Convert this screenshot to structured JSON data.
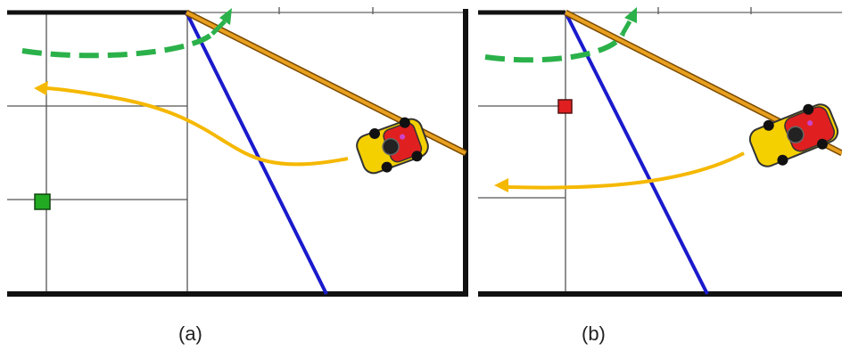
{
  "figure": {
    "panels": [
      {
        "id": "a",
        "caption": "(a)",
        "target_marker_color": "#22aa22"
      },
      {
        "id": "b",
        "caption": "(b)",
        "target_marker_color": "#e02020"
      }
    ],
    "colors": {
      "grid": "#555555",
      "wall": "#111111",
      "blue_line": "#1a1acc",
      "orange_line": "#e8a020",
      "yellow_path": "#f5b800",
      "green_path": "#2bb14a",
      "car_body": "#f5d000",
      "car_cabin": "#e02020"
    },
    "icons": [
      "car-icon",
      "target-marker",
      "arrow-head"
    ]
  }
}
